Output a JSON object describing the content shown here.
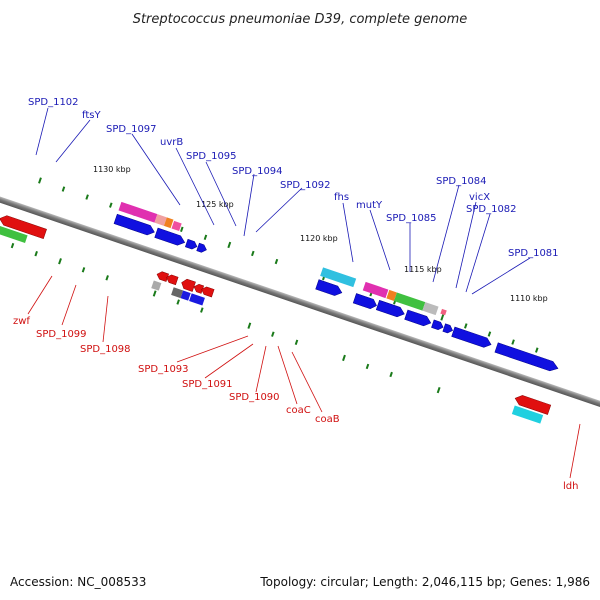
{
  "title": "Streptococcus pneumoniae D39, complete genome",
  "footer": {
    "accession": "Accession: NC_008533",
    "summary": "Topology: circular; Length: 2,046,115 bp; Genes: 1,986"
  },
  "scale_labels": [
    "1130 kbp",
    "1125 kbp",
    "1120 kbp",
    "1115 kbp",
    "1110 kbp"
  ],
  "forward_gene_labels": [
    "SPD_1102",
    "ftsY",
    "SPD_1097",
    "uvrB",
    "SPD_1095",
    "SPD_1094",
    "SPD_1092",
    "fhs",
    "mutY",
    "SPD_1085",
    "SPD_1084",
    "vicX",
    "SPD_1082",
    "SPD_1081"
  ],
  "reverse_gene_labels": [
    "zwf",
    "SPD_1099",
    "SPD_1098",
    "SPD_1093",
    "SPD_1091",
    "SPD_1090",
    "coaC",
    "coaB",
    "ldh"
  ],
  "colors": {
    "forward_strand": "#0000ee",
    "reverse_strand": "#ee0000",
    "backbone": "#888888",
    "tick": "#1a7a1a",
    "forward_label": "#1a1ab5",
    "reverse_label": "#d01010"
  }
}
